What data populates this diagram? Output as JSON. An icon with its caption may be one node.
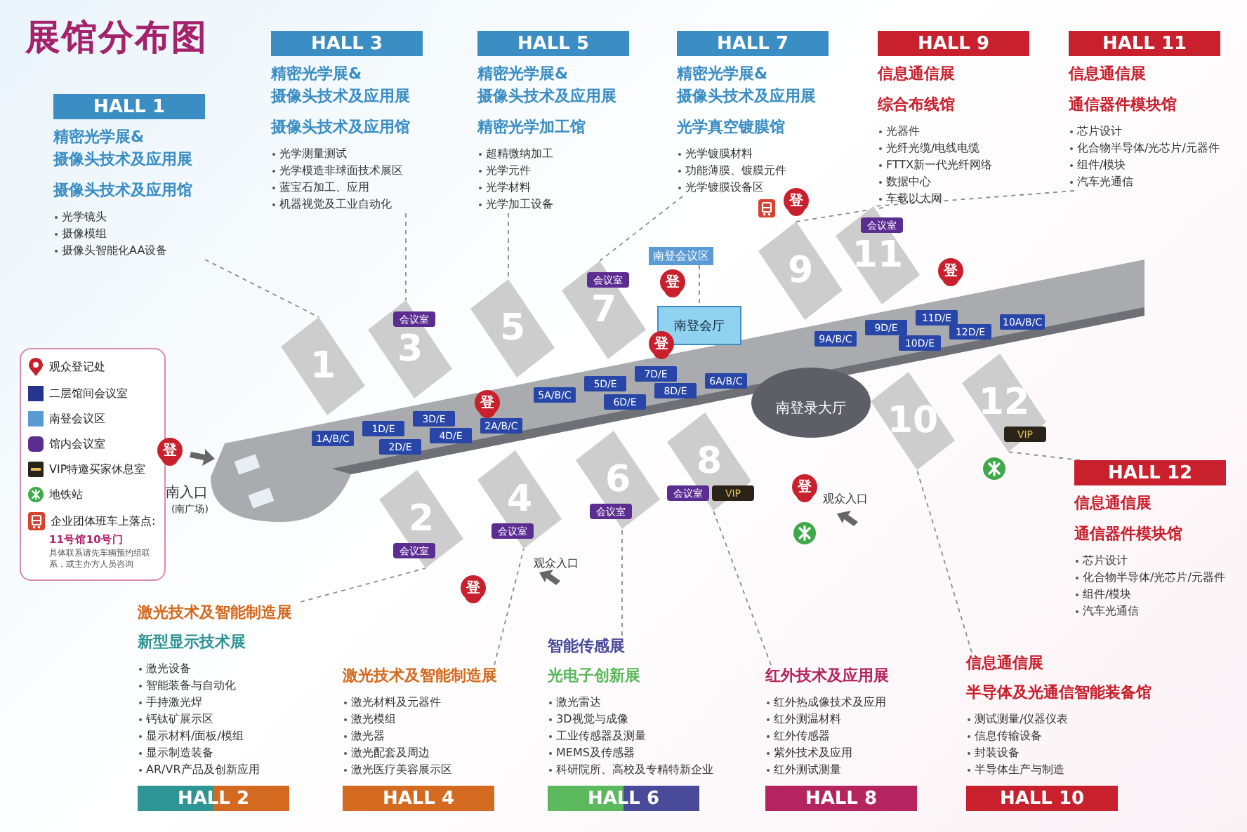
{
  "diagram": {
    "title": "展馆分布图",
    "nodes": [
      {
        "text": [
          "HALL 3",
          "精密光学展&",
          "摄像头技术及应用展",
          "摄像头技术及应用馆",
          "光学测量测试",
          "光学模造非球面技术展区",
          "蓝宝石加工、应用",
          "机器视觉及工业自动化"
        ]
      },
      {
        "text": [
          "HALL 5",
          "精密光学展&",
          "摄像头技术及应用展",
          "精密光学加工馆",
          "超精微纳加工",
          "光学元件",
          "光学材料",
          "光学加工设备"
        ]
      },
      {
        "text": [
          "HALL 7",
          "精密光学展&",
          "摄像头技术及应用展",
          "光学真空镀膜馆",
          "光学镀膜材料",
          "功能薄膜、镀膜元件",
          "光学镀膜设备区"
        ]
      },
      {
        "text": [
          "HALL 9",
          "信息通信展",
          "综合布线馆",
          "光器件",
          "光纤光缆/电线电缆",
          "FTTX新一代光纤网络",
          "数据中心",
          "车载以太网"
        ]
      },
      {
        "text": [
          "HALL 11",
          "信息通信展",
          "通信器件模块馆",
          "芯片设计",
          "化合物半导体/光芯片/元器件",
          "组件/模块",
          "汽车光通信"
        ]
      },
      {
        "text": [
          "HALL 1",
          "精密光学展&",
          "摄像头技术及应用展",
          "摄像头技术及应用馆",
          "光学镜头",
          "摄像模组",
          "摄像头智能化AA设备"
        ]
      },
      {
        "text": [
          "南登会议区"
        ]
      },
      {
        "text": [
          "南登会厅"
        ]
      },
      {
        "text": [
          "1"
        ]
      },
      {
        "text": [
          "3"
        ]
      },
      {
        "text": [
          "5"
        ]
      },
      {
        "text": [
          "7"
        ]
      },
      {
        "text": [
          "9"
        ]
      },
      {
        "text": [
          "11"
        ]
      },
      {
        "text": [
          "2"
        ]
      },
      {
        "text": [
          "4"
        ]
      },
      {
        "text": [
          "6"
        ]
      },
      {
        "text": [
          "8"
        ]
      },
      {
        "text": [
          "10"
        ]
      },
      {
        "text": [
          "12"
        ]
      },
      {
        "text": [
          "南登录大厅"
        ]
      },
      {
        "text": [
          "HALL 12",
          "信息通信展",
          "通信器件模块馆",
          "芯片设计",
          "化合物半导体/光芯片/元器件",
          "组件/模块",
          "汽车光通信"
        ]
      },
      {
        "text": [
          "激光技术及智能制造展",
          "新型显示技术展",
          "激光设备",
          "智能装备与自动化",
          "手持激光焊",
          "钙钛矿展示区",
          "显示材料/面板/模组",
          "显示制造装备",
          "AR/VR产品及创新应用",
          "HALL 2"
        ]
      },
      {
        "text": [
          "激光技术及智能制造展",
          "激光材料及元器件",
          "激光模组",
          "激光器",
          "激光配套及周边",
          "激光医疗美容展示区",
          "HALL 4"
        ]
      },
      {
        "text": [
          "智能传感展",
          "光电子创新展",
          "激光雷达",
          "3D视觉与成像",
          "工业传感器及测量",
          "MEMS及传感器",
          "科研院所、高校及专精特新企业",
          "HALL 6"
        ]
      },
      {
        "text": [
          "红外技术及应用展",
          "红外热成像技术及应用",
          "红外测温材料",
          "红外传感器",
          "紫外技术及应用",
          "红外测试测量",
          "HALL 8"
        ]
      },
      {
        "text": [
          "信息通信展",
          "半导体及光通信智能装备馆",
          "测试测量/仪器仪表",
          "信息传输设备",
          "封装设备",
          "半导体生产与制造",
          "HALL 10"
        ]
      }
    ],
    "edges": [
      {
        "from": 5,
        "to": 8,
        "arrow": "none",
        "style": "dashed"
      },
      {
        "from": 0,
        "to": 9,
        "arrow": "none",
        "style": "dashed"
      },
      {
        "from": 1,
        "to": 10,
        "arrow": "none",
        "style": "dashed"
      },
      {
        "from": 2,
        "to": 11,
        "arrow": "none",
        "style": "dashed"
      },
      {
        "from": 3,
        "to": 12,
        "arrow": "none",
        "style": "dashed"
      },
      {
        "from": 4,
        "to": 13,
        "arrow": "none",
        "style": "dashed"
      },
      {
        "from": 6,
        "to": 7,
        "arrow": "none",
        "style": "dashed"
      },
      {
        "from": 22,
        "to": 14,
        "arrow": "none",
        "style": "dashed"
      },
      {
        "from": 23,
        "to": 15,
        "arrow": "none",
        "style": "dashed"
      },
      {
        "from": 24,
        "to": 16,
        "arrow": "none",
        "style": "dashed"
      },
      {
        "from": 25,
        "to": 17,
        "arrow": "none",
        "style": "dashed"
      },
      {
        "from": 26,
        "to": 18,
        "arrow": "none",
        "style": "dashed"
      },
      {
        "from": 21,
        "to": 19,
        "arrow": "none",
        "style": "dashed"
      }
    ],
    "labels": [
      "1A/B/C",
      "1D/E",
      "3D/E",
      "2D/E",
      "4D/E",
      "2A/B/C",
      "5A/B/C",
      "5D/E",
      "7D/E",
      "6D/E",
      "8D/E",
      "6A/B/C",
      "9A/B/C",
      "9D/E",
      "11D/E",
      "10D/E",
      "12D/E",
      "10A/B/C",
      "会议室",
      "会议室",
      "会议室",
      "会议室",
      "会议室",
      "会议室",
      "会议室",
      "VIP",
      "VIP",
      "登",
      "登",
      "登",
      "登",
      "登",
      "登",
      "登",
      "登",
      "南入口",
      "(南广场)",
      "观众入口",
      "观众入口",
      "11号馆10号门",
      "具体联系请先车辆预约组联系，或主办方人员咨询"
    ],
    "legend": [
      {
        "text": "观众登记处"
      },
      {
        "text": "二层馆间会议室",
        "color": "#27348b"
      },
      {
        "text": "南登会议区",
        "color": "#5b9bd5"
      },
      {
        "text": "馆内会议室",
        "color": "#5b2d91"
      },
      {
        "text": "VIP特邀买家休息室"
      },
      {
        "text": "地铁站"
      },
      {
        "text": "企业团体班车上落点:"
      }
    ]
  }
}
